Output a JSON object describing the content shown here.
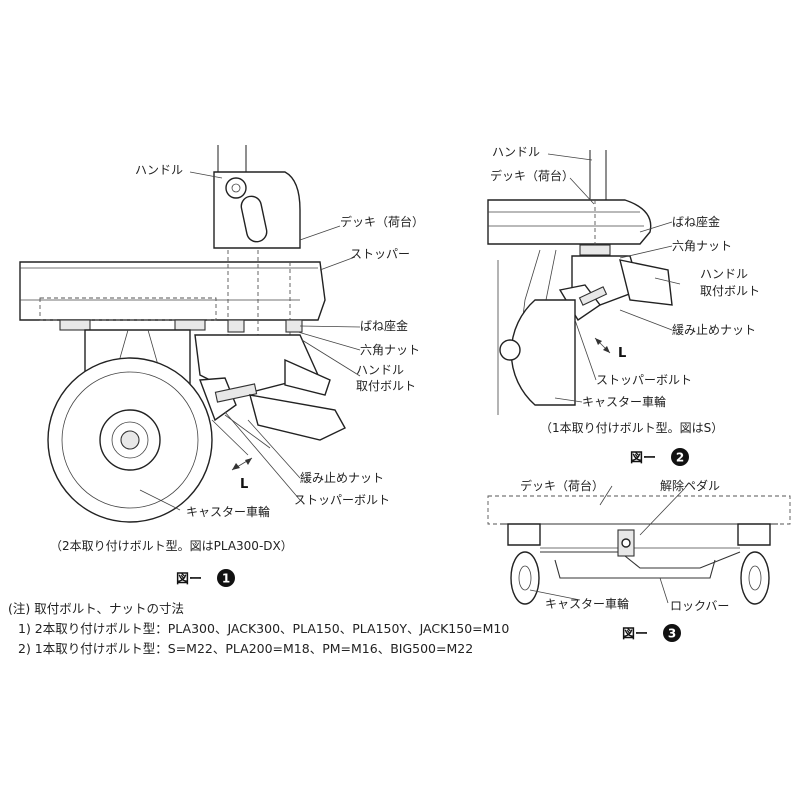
{
  "figure1": {
    "labels": {
      "handle": "ハンドル",
      "deck": "デッキ（荷台）",
      "stopper": "ストッパー",
      "spring_washer": "ばね座金",
      "hex_nut": "六角ナット",
      "handle_bolt_1": "ハンドル",
      "handle_bolt_2": "取付ボルト",
      "lock_nut": "緩み止めナット",
      "stopper_bolt": "ストッパーボルト",
      "caster_wheel": "キャスター車輪",
      "dim_L": "L"
    },
    "caption": "（2本取り付けボルト型。図はPLA300-DX）",
    "fig_label": "図ー",
    "fig_number": "1"
  },
  "figure2": {
    "labels": {
      "handle": "ハンドル",
      "deck": "デッキ（荷台）",
      "spring_washer": "ばね座金",
      "hex_nut": "六角ナット",
      "handle_bolt_1": "ハンドル",
      "handle_bolt_2": "取付ボルト",
      "lock_nut": "緩み止めナット",
      "dim_L": "L",
      "stopper_bolt": "ストッパーボルト",
      "caster_wheel": "キャスター車輪"
    },
    "caption": "（1本取り付けボルト型。図はS）",
    "fig_label": "図ー",
    "fig_number": "2"
  },
  "figure3": {
    "labels": {
      "deck": "デッキ（荷台）",
      "release_pedal": "解除ペダル",
      "caster_wheel": "キャスター車輪",
      "lock_bar": "ロックバー"
    },
    "fig_label": "図ー",
    "fig_number": "3"
  },
  "notes": {
    "heading": "(注) 取付ボルト、ナットの寸法",
    "line1": "1) 2本取り付けボルト型：PLA300、JACK300、PLA150、PLA150Y、JACK150=M10",
    "line2": "2) 1本取り付けボルト型：S=M22、PLA200=M18、PM=M16、BIG500=M22"
  }
}
